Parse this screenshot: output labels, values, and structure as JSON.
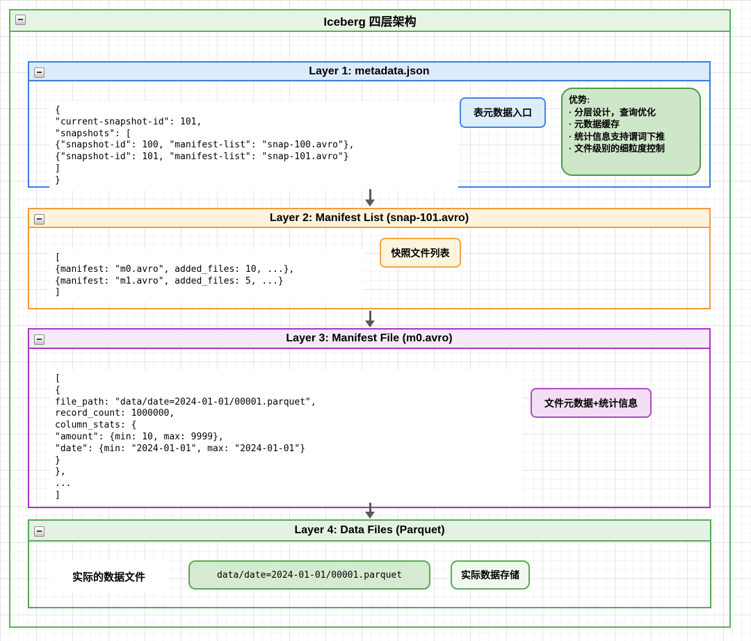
{
  "diagram": {
    "title": "Iceberg 四层架构"
  },
  "layers": [
    {
      "title": "Layer 1: metadata.json",
      "code": "{\n\"current-snapshot-id\": 101,\n\"snapshots\": [\n{\"snapshot-id\": 100, \"manifest-list\": \"snap-100.avro\"},\n{\"snapshot-id\": 101, \"manifest-list\": \"snap-101.avro\"}\n]\n}",
      "badge": "表元数据入口"
    },
    {
      "title": "Layer 2: Manifest List (snap-101.avro)",
      "code": "[\n{manifest: \"m0.avro\", added_files: 10, ...},\n{manifest: \"m1.avro\", added_files: 5, ...}\n]",
      "badge": "快照文件列表"
    },
    {
      "title": "Layer 3: Manifest File (m0.avro)",
      "code": "[\n{\nfile_path: \"data/date=2024-01-01/00001.parquet\",\nrecord_count: 1000000,\ncolumn_stats: {\n\"amount\": {min: 10, max: 9999},\n\"date\": {min: \"2024-01-01\", max: \"2024-01-01\"}\n}\n},\n...\n]",
      "badge": "文件元数据+统计信息"
    },
    {
      "title": "Layer 4: Data Files (Parquet)",
      "label": "实际的数据文件",
      "file_path": "data/date=2024-01-01/00001.parquet",
      "badge": "实际数据存储"
    }
  ],
  "advantages": {
    "heading": "优势:",
    "items": [
      "· 分层设计，查询优化",
      "· 元数据缓存",
      "· 统计信息支持谓词下推",
      "· 文件级别的细粒度控制"
    ]
  },
  "colors": {
    "outer_green_border": "#5bad5b",
    "outer_green_header": "#e7f4e4",
    "layer1_blue_border": "#3b7ddd",
    "layer1_blue_header": "#dbebfb",
    "layer2_orange_border": "#f29b38",
    "layer2_orange_header": "#fdf2dc",
    "layer3_purple_border": "#aa35c3",
    "layer3_purple_header": "#f6eaf8",
    "layer4_green_border": "#55a955",
    "layer4_green_header": "#e4f3e1",
    "advantages_fill": "#cee7c9",
    "advantages_border": "#4c9b45",
    "arrow_gray": "#595959",
    "code_background": "#ffffff"
  }
}
